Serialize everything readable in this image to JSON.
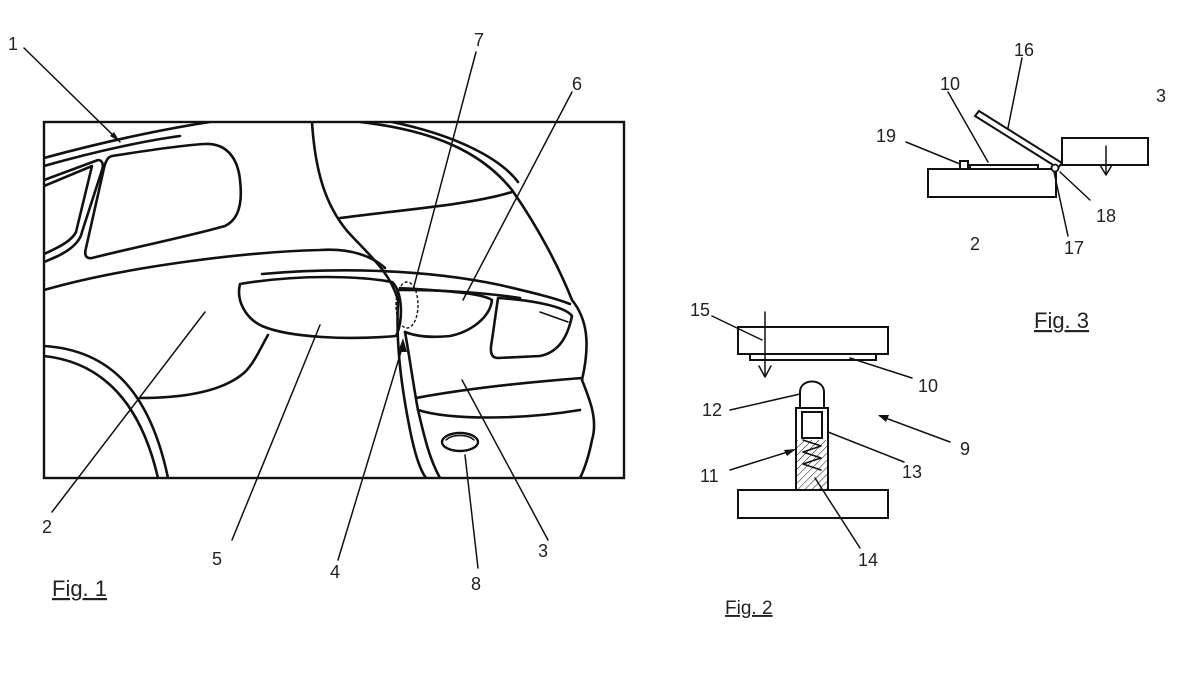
{
  "figures": {
    "fig1": {
      "caption": "Fig. 1",
      "labels": {
        "l1": "1",
        "l2": "2",
        "l3": "3",
        "l4": "4",
        "l5": "5",
        "l6": "6",
        "l7": "7",
        "l8": "8"
      }
    },
    "fig2": {
      "caption": "Fig. 2",
      "labels": {
        "l9": "9",
        "l10": "10",
        "l11": "11",
        "l12": "12",
        "l13": "13",
        "l14": "14",
        "l15": "15"
      }
    },
    "fig3": {
      "caption": "Fig. 3",
      "labels": {
        "l2": "2",
        "l3": "3",
        "l10": "10",
        "l16": "16",
        "l17": "17",
        "l18": "18",
        "l19": "19"
      }
    }
  }
}
